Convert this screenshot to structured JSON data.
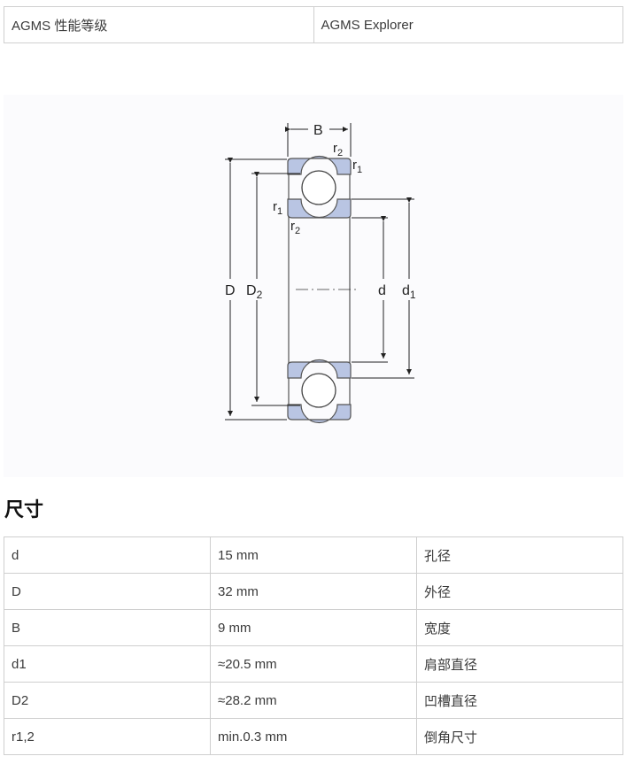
{
  "header": {
    "left": "AGMS 性能等级",
    "right": "AGMS Explorer"
  },
  "diagram": {
    "labels": {
      "B": "B",
      "r2_top": "r",
      "r2_top_sub": "2",
      "r1_top": "r",
      "r1_top_sub": "1",
      "r1_left": "r",
      "r1_left_sub": "1",
      "r2_left": "r",
      "r2_left_sub": "2",
      "D": "D",
      "D2": "D",
      "D2_sub": "2",
      "d": "d",
      "d1": "d",
      "d1_sub": "1"
    },
    "colors": {
      "ring_fill": "#b9c5e3",
      "ring_stroke": "#555555",
      "ball_fill": "#ffffff",
      "line": "#222222"
    }
  },
  "section_title": "尺寸",
  "dimensions": [
    {
      "symbol": "d",
      "value": "15 mm",
      "name": "孔径"
    },
    {
      "symbol": "D",
      "value": "32 mm",
      "name": "外径"
    },
    {
      "symbol": "B",
      "value": "9 mm",
      "name": "宽度"
    },
    {
      "symbol": "d1",
      "value": "≈20.5 mm",
      "name": "肩部直径"
    },
    {
      "symbol": "D2",
      "value": "≈28.2 mm",
      "name": "凹槽直径"
    },
    {
      "symbol": "r1,2",
      "value": "min.0.3 mm",
      "name": "倒角尺寸"
    }
  ]
}
